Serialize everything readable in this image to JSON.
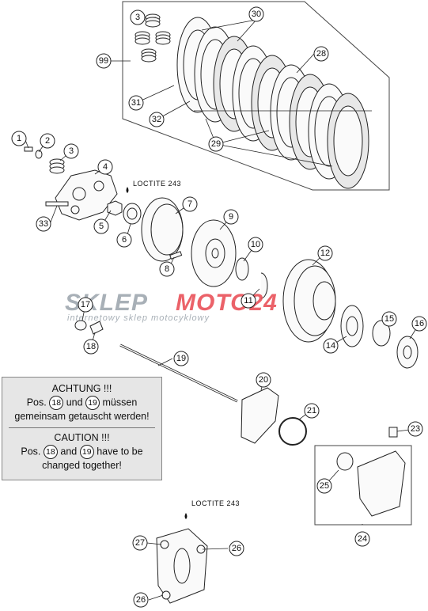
{
  "callouts": [
    {
      "id": "c1",
      "label": "1"
    },
    {
      "id": "c2",
      "label": "2"
    },
    {
      "id": "c3a",
      "label": "3"
    },
    {
      "id": "c3b",
      "label": "3"
    },
    {
      "id": "c4",
      "label": "4"
    },
    {
      "id": "c5",
      "label": "5"
    },
    {
      "id": "c6",
      "label": "6"
    },
    {
      "id": "c7",
      "label": "7"
    },
    {
      "id": "c8",
      "label": "8"
    },
    {
      "id": "c9",
      "label": "9"
    },
    {
      "id": "c10",
      "label": "10"
    },
    {
      "id": "c11",
      "label": "11"
    },
    {
      "id": "c12",
      "label": "12"
    },
    {
      "id": "c14",
      "label": "14"
    },
    {
      "id": "c15",
      "label": "15"
    },
    {
      "id": "c16",
      "label": "16"
    },
    {
      "id": "c17",
      "label": "17"
    },
    {
      "id": "c18",
      "label": "18"
    },
    {
      "id": "c19",
      "label": "19"
    },
    {
      "id": "c20",
      "label": "20"
    },
    {
      "id": "c21",
      "label": "21"
    },
    {
      "id": "c23",
      "label": "23"
    },
    {
      "id": "c24",
      "label": "24"
    },
    {
      "id": "c25",
      "label": "25"
    },
    {
      "id": "c26a",
      "label": "26"
    },
    {
      "id": "c26b",
      "label": "26"
    },
    {
      "id": "c27",
      "label": "27"
    },
    {
      "id": "c28",
      "label": "28"
    },
    {
      "id": "c29",
      "label": "29"
    },
    {
      "id": "c30",
      "label": "30"
    },
    {
      "id": "c31",
      "label": "31"
    },
    {
      "id": "c32",
      "label": "32"
    },
    {
      "id": "c33",
      "label": "33"
    },
    {
      "id": "c99",
      "label": "99"
    }
  ],
  "loctite": {
    "label_top": "LOCTITE 243",
    "label_bottom": "LOCTITE 243"
  },
  "watermark": {
    "brand_left": "SKLEP",
    "brand_right": "MOTO24",
    "subtitle": "internetowy sklep motocyklowy"
  },
  "notice": {
    "de_title": "ACHTUNG !!!",
    "de_line1_pre": "Pos.",
    "de_pos_a": "18",
    "de_line1_mid": "und",
    "de_pos_b": "19",
    "de_line1_post": "müssen",
    "de_line2": "gemeinsam getauscht werden!",
    "en_title": "CAUTION !!!",
    "en_line1_pre": "Pos.",
    "en_pos_a": "18",
    "en_line1_mid": "and",
    "en_pos_b": "19",
    "en_line1_post": "have to be",
    "en_line2": "changed together!"
  },
  "colors": {
    "watermark_grey": "#9aa3ab",
    "watermark_red": "#e8474f",
    "notice_bg": "#e6e6e6"
  }
}
